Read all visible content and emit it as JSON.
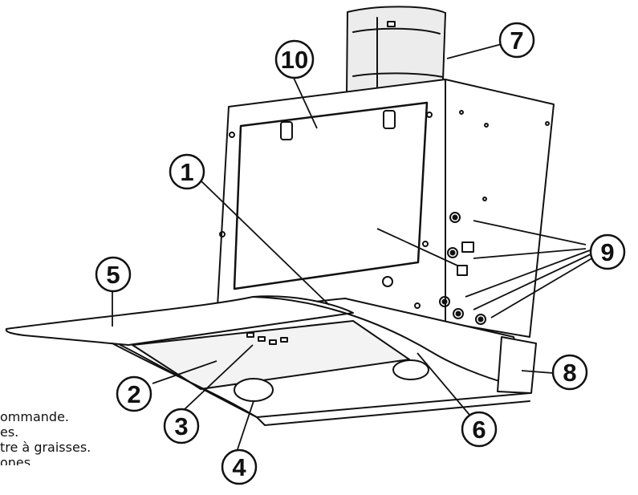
{
  "diagram": {
    "callouts": [
      {
        "id": "1",
        "label": "1"
      },
      {
        "id": "2",
        "label": "2"
      },
      {
        "id": "3",
        "label": "3"
      },
      {
        "id": "4",
        "label": "4"
      },
      {
        "id": "5",
        "label": "5"
      },
      {
        "id": "6",
        "label": "6"
      },
      {
        "id": "7",
        "label": "7"
      },
      {
        "id": "8",
        "label": "8"
      },
      {
        "id": "9",
        "label": "9"
      },
      {
        "id": "10",
        "label": "10"
      }
    ],
    "legend_fragments": [
      "ommande.",
      "es.",
      "tre à graisses.",
      "ones"
    ],
    "colors": {
      "line": "#111111",
      "background": "#ffffff",
      "shade": "#d9d9d9"
    }
  }
}
